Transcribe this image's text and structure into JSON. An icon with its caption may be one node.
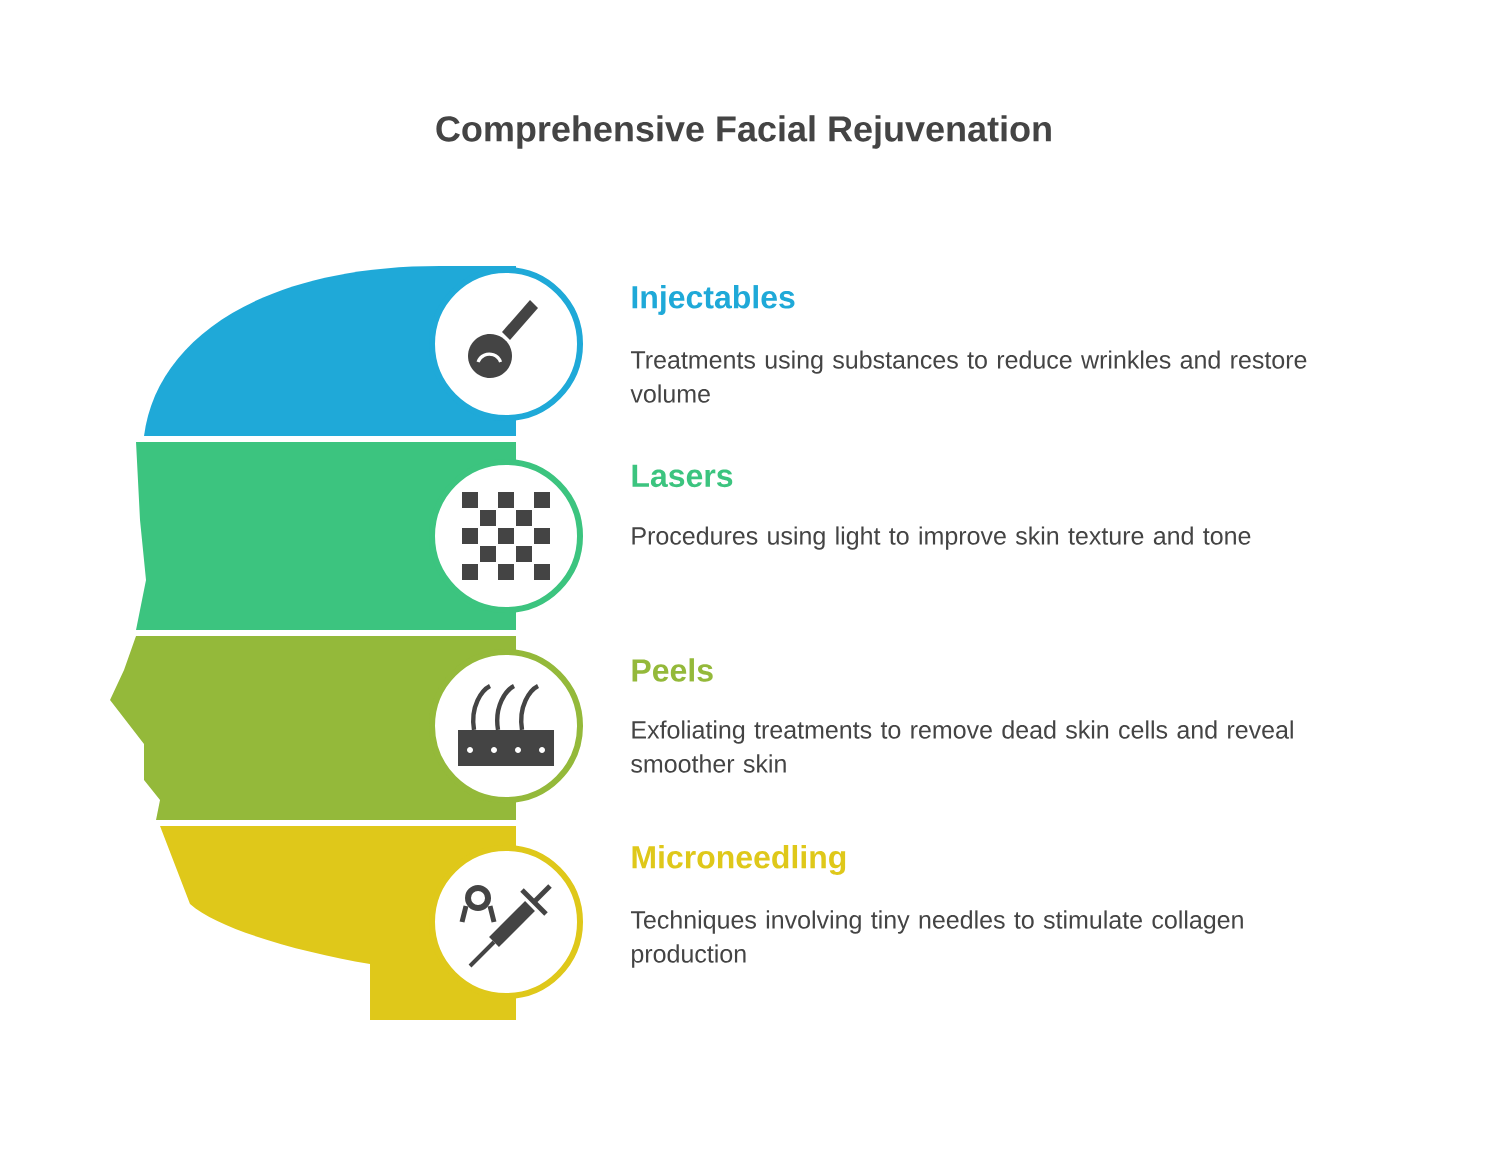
{
  "diagram": {
    "title": "Comprehensive Facial Rejuvenation",
    "nodes": [
      {
        "text": [
          "Injectables",
          "Treatments using substances to reduce wrinkles and restore volume"
        ]
      },
      {
        "text": [
          "Lasers",
          "Procedures using light to improve skin texture and tone"
        ]
      },
      {
        "text": [
          "Peels",
          "Exfoliating treatments to remove dead skin cells and reveal smoother skin"
        ]
      },
      {
        "text": [
          "Microneedling",
          "Techniques involving tiny needles to stimulate collagen production"
        ]
      }
    ]
  }
}
